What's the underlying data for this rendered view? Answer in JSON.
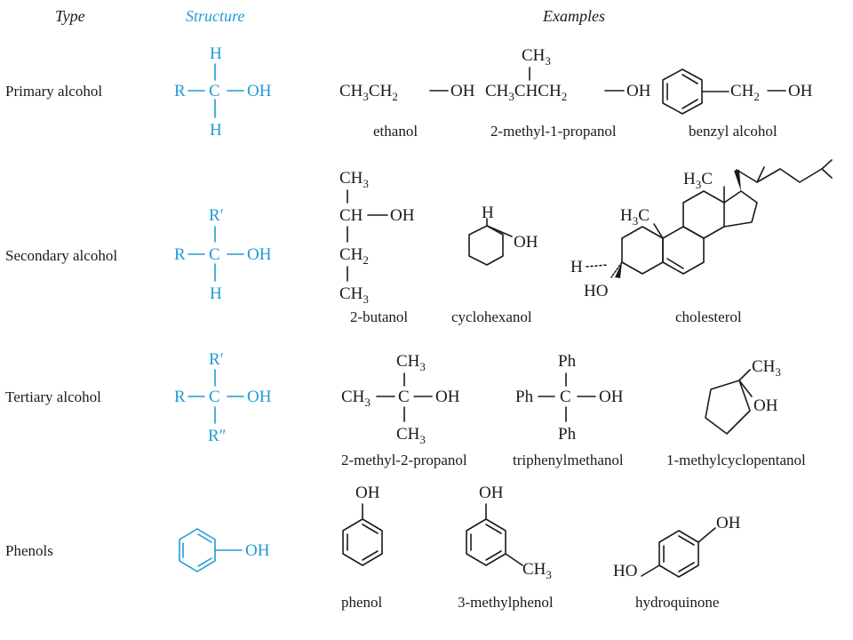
{
  "headers": {
    "type": "Type",
    "structure": "Structure",
    "examples": "Examples"
  },
  "colors": {
    "structure": "#1f9bd7",
    "ink": "#1a1a1a"
  },
  "rows": [
    {
      "type": "Primary alcohol",
      "structure": {
        "left": "R",
        "center": "C",
        "right": "OH",
        "top": "H",
        "bottom": "H"
      },
      "examples": [
        {
          "name": "ethanol",
          "formula": [
            "CH3CH2",
            "OH"
          ]
        },
        {
          "name": "2-methyl-1-propanol",
          "formula": [
            "CH3CHCH2",
            "OH"
          ],
          "branch": "CH3"
        },
        {
          "name": "benzyl alcohol",
          "formula": [
            "CH2",
            "OH"
          ]
        }
      ]
    },
    {
      "type": "Secondary alcohol",
      "structure": {
        "left": "R",
        "center": "C",
        "right": "OH",
        "top": "R′",
        "bottom": "H"
      },
      "examples": [
        {
          "name": "2-butanol",
          "chain": [
            "CH3",
            "CH",
            "CH2",
            "CH3"
          ],
          "oh": "OH"
        },
        {
          "name": "cyclohexanol",
          "h": "H",
          "oh": "OH"
        },
        {
          "name": "cholesterol",
          "labels": [
            "H3C",
            "H3C",
            "H",
            "HO"
          ]
        }
      ]
    },
    {
      "type": "Tertiary alcohol",
      "structure": {
        "left": "R",
        "center": "C",
        "right": "OH",
        "top": "R′",
        "bottom": "R″"
      },
      "examples": [
        {
          "name": "2-methyl-2-propanol",
          "labels": [
            "CH3",
            "CH3",
            "C",
            "OH",
            "CH3"
          ]
        },
        {
          "name": "triphenylmethanol",
          "labels": [
            "Ph",
            "Ph",
            "C",
            "OH",
            "Ph"
          ]
        },
        {
          "name": "1-methylcyclopentanol",
          "labels": [
            "CH3",
            "OH"
          ]
        }
      ]
    },
    {
      "type": "Phenols",
      "structure": {
        "right": "OH"
      },
      "examples": [
        {
          "name": "phenol",
          "oh": "OH"
        },
        {
          "name": "3-methylphenol",
          "oh": "OH",
          "ch3": "CH3"
        },
        {
          "name": "hydroquinone",
          "oh1": "OH",
          "oh2": "HO"
        }
      ]
    }
  ]
}
